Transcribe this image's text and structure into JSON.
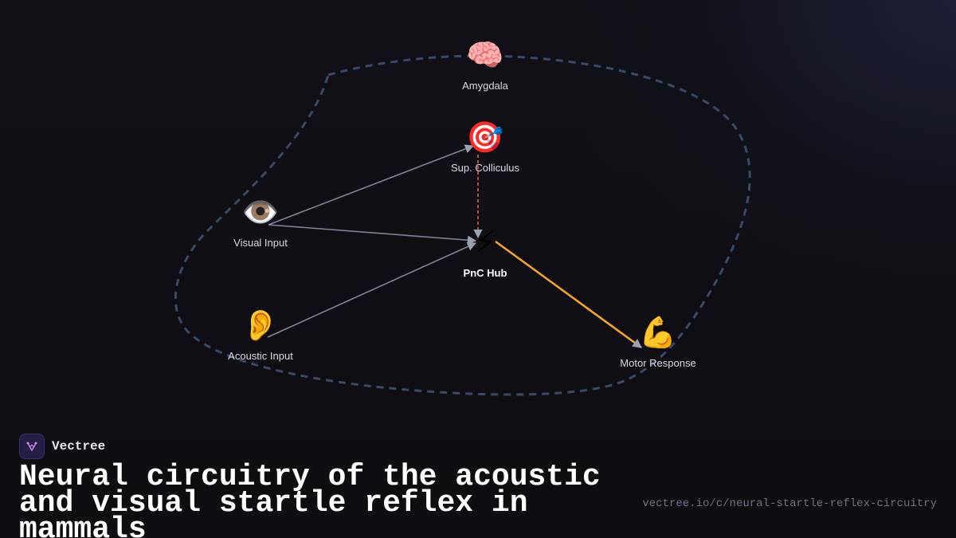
{
  "diagram": {
    "nodes": {
      "amygdala": {
        "icon": "brain-icon",
        "emoji": "🧠",
        "label": "Amygdala"
      },
      "colliculus": {
        "icon": "target-icon",
        "emoji": "🎯",
        "label": "Sup. Colliculus"
      },
      "visual": {
        "icon": "eye-icon",
        "emoji": "👁️",
        "label": "Visual Input"
      },
      "hub": {
        "icon": "lightning-icon",
        "emoji": "⚡",
        "label": "PnC Hub"
      },
      "acoustic": {
        "icon": "ear-icon",
        "emoji": "👂",
        "label": "Acoustic Input"
      },
      "motor": {
        "icon": "flexed-biceps-icon",
        "emoji": "💪",
        "label": "Motor Response"
      }
    },
    "edges": [
      {
        "from": "Visual Input",
        "to": "Sup. Colliculus",
        "style": "solid"
      },
      {
        "from": "Visual Input",
        "to": "PnC Hub",
        "style": "solid"
      },
      {
        "from": "Acoustic Input",
        "to": "PnC Hub",
        "style": "solid"
      },
      {
        "from": "Sup. Colliculus",
        "to": "PnC Hub",
        "style": "dashed"
      },
      {
        "from": "PnC Hub",
        "to": "Motor Response",
        "style": "highlighted"
      }
    ],
    "colors": {
      "edge": "#7d8596",
      "highlight_edge": "#f5a524",
      "dashed_edge": "#e05a5a",
      "boundary": "#3a4a66"
    }
  },
  "footer": {
    "brand": "Vectree",
    "brand_icon": "vectree-logo-icon",
    "title": "Neural circuitry of the acoustic and visual startle reflex in mammals",
    "url": "vectree.io/c/neural-startle-reflex-circuitry"
  }
}
